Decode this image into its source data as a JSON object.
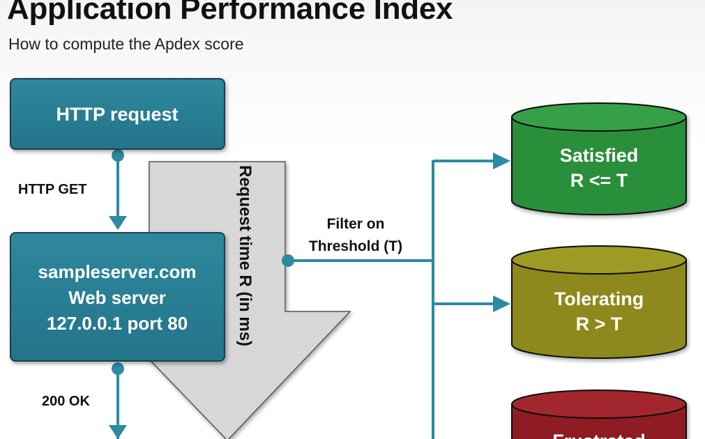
{
  "header": {
    "title": "Application Performance Index",
    "subtitle": "How to compute the Apdex score"
  },
  "nodes": {
    "http_request": {
      "label": "HTTP request"
    },
    "web_server": {
      "line1": "sampleserver.com",
      "line2": "Web server",
      "line3": "127.0.0.1 port 80"
    },
    "satisfied": {
      "line1": "Satisfied",
      "line2": "R <= T"
    },
    "tolerating": {
      "line1": "Tolerating",
      "line2": "R > T"
    },
    "frustrated": {
      "line1": "Frustrated"
    }
  },
  "edges": {
    "http_get": "HTTP GET",
    "ok_200": "200 OK",
    "request_time": "Request time R (in ms)",
    "filter_line1": "Filter on",
    "filter_line2": "Threshold (T)"
  },
  "colors": {
    "box_fill": "#2b7f93",
    "box_stroke": "#1d3f4d",
    "connector": "#2d8aa3",
    "big_arrow_fill": "#d7d7d7",
    "big_arrow_stroke": "#555555",
    "satisfied_fill": "#2c8f3b",
    "tolerating_fill": "#8d891c",
    "frustrated_fill": "#8e1f24"
  }
}
